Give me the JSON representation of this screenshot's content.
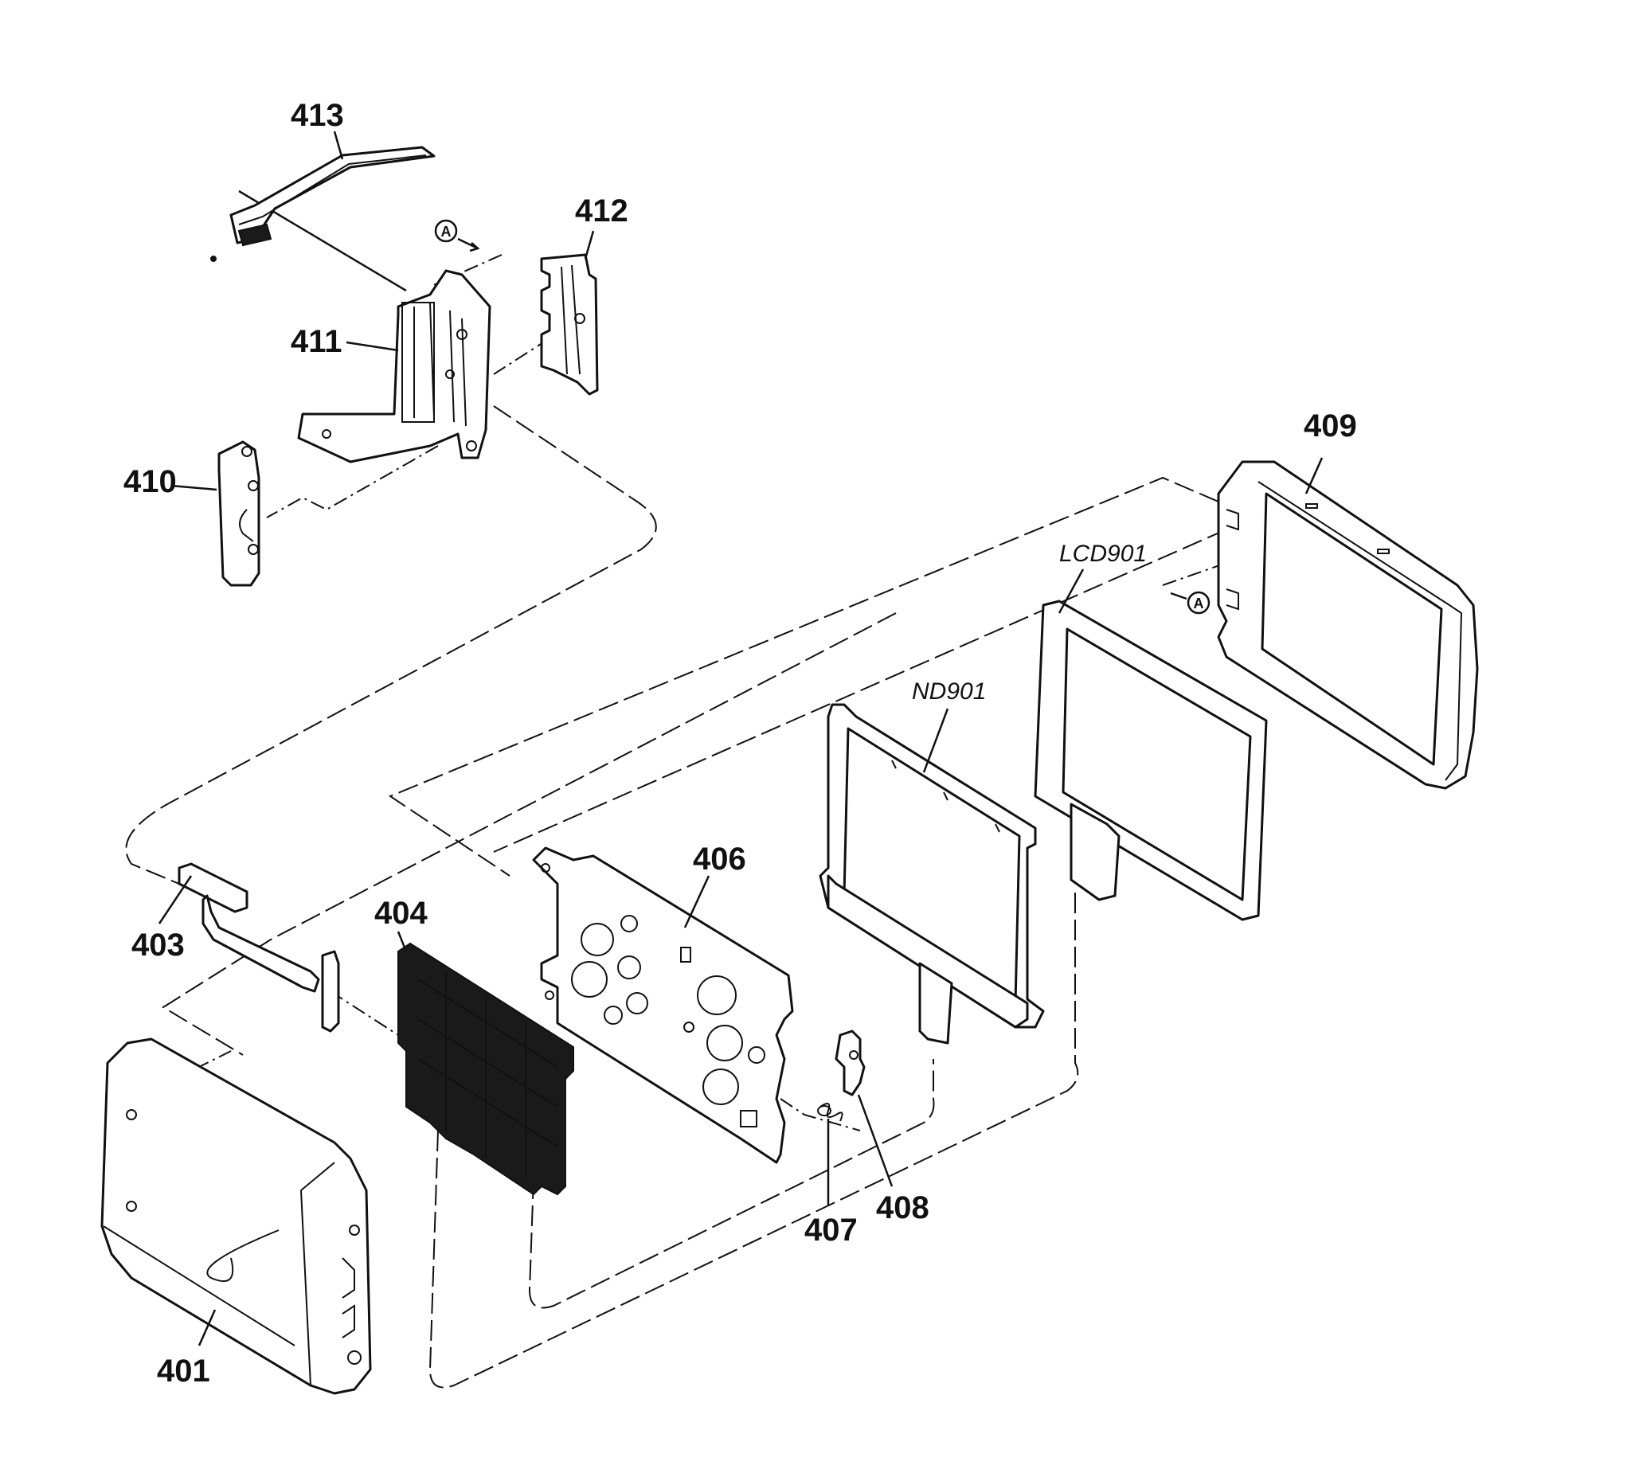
{
  "parts": [
    {
      "id": "401",
      "label": "401"
    },
    {
      "id": "403",
      "label": "403"
    },
    {
      "id": "404",
      "label": "404"
    },
    {
      "id": "406",
      "label": "406"
    },
    {
      "id": "407",
      "label": "407"
    },
    {
      "id": "408",
      "label": "408"
    },
    {
      "id": "409",
      "label": "409"
    },
    {
      "id": "410",
      "label": "410"
    },
    {
      "id": "411",
      "label": "411"
    },
    {
      "id": "412",
      "label": "412"
    },
    {
      "id": "413",
      "label": "413"
    },
    {
      "id": "ND901",
      "label": "ND901"
    },
    {
      "id": "LCD901",
      "label": "LCD901"
    }
  ],
  "reference_marker": "A"
}
